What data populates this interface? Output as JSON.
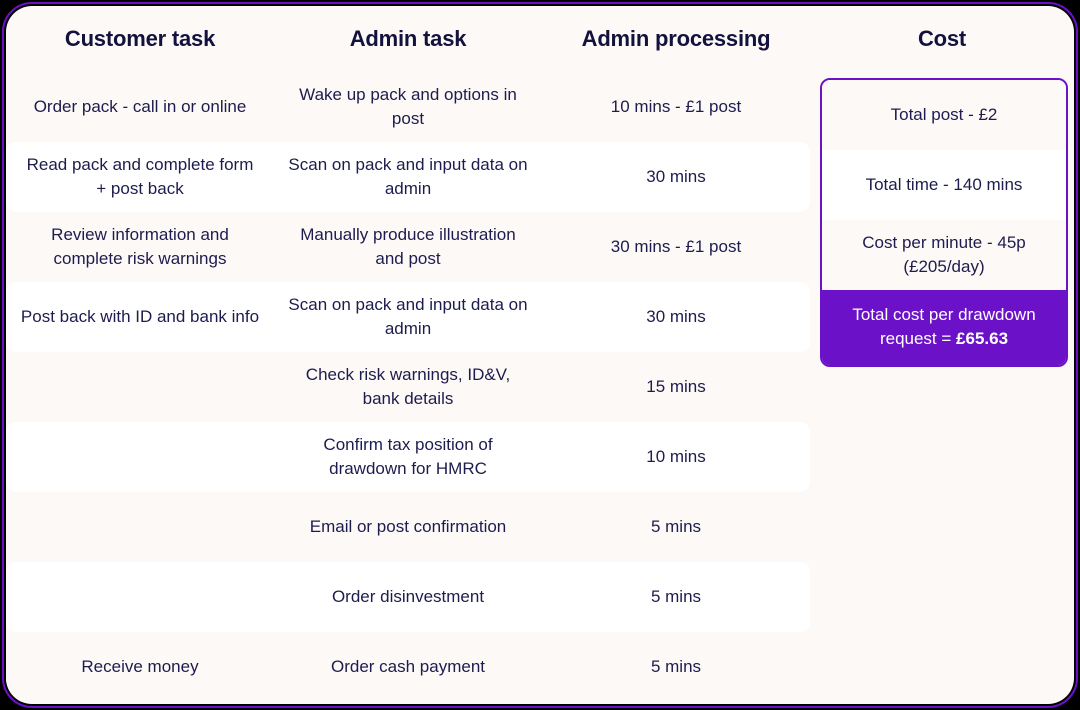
{
  "colors": {
    "accent_purple": "#6B12C9",
    "frame_black": "#000000",
    "card_cream": "#FDF9F7",
    "row_white": "#FFFFFF",
    "text_navy": "#1D1C4E",
    "header_navy": "#13123D"
  },
  "table": {
    "headers": [
      "Customer task",
      "Admin task",
      "Admin processing",
      "Cost"
    ],
    "rows": [
      {
        "customer_task": "Order pack - call in or online",
        "admin_task": "Wake up pack and options in post",
        "admin_processing": "10 mins - £1 post"
      },
      {
        "customer_task": "Read pack and complete form + post back",
        "admin_task": "Scan on pack and input data on admin",
        "admin_processing": "30 mins"
      },
      {
        "customer_task": "Review information and complete risk warnings",
        "admin_task": "Manually produce illustration and post",
        "admin_processing": "30 mins - £1 post"
      },
      {
        "customer_task": "Post back with ID and bank info",
        "admin_task": "Scan on pack and input data on admin",
        "admin_processing": "30 mins"
      },
      {
        "customer_task": "",
        "admin_task": "Check risk warnings, ID&V, bank details",
        "admin_processing": "15 mins"
      },
      {
        "customer_task": "",
        "admin_task": "Confirm tax position of drawdown for HMRC",
        "admin_processing": "10 mins"
      },
      {
        "customer_task": "",
        "admin_task": "Email or post confirmation",
        "admin_processing": "5 mins"
      },
      {
        "customer_task": "",
        "admin_task": "Order disinvestment",
        "admin_processing": "5 mins"
      },
      {
        "customer_task": "Receive money",
        "admin_task": "Order cash payment",
        "admin_processing": "5 mins"
      }
    ]
  },
  "cost_card": {
    "lines": [
      "Total post - £2",
      "Total time - 140 mins",
      "Cost per minute - 45p (£205/day)"
    ],
    "footer_prefix": "Total cost per drawdown request = ",
    "footer_amount": "£65.63"
  }
}
